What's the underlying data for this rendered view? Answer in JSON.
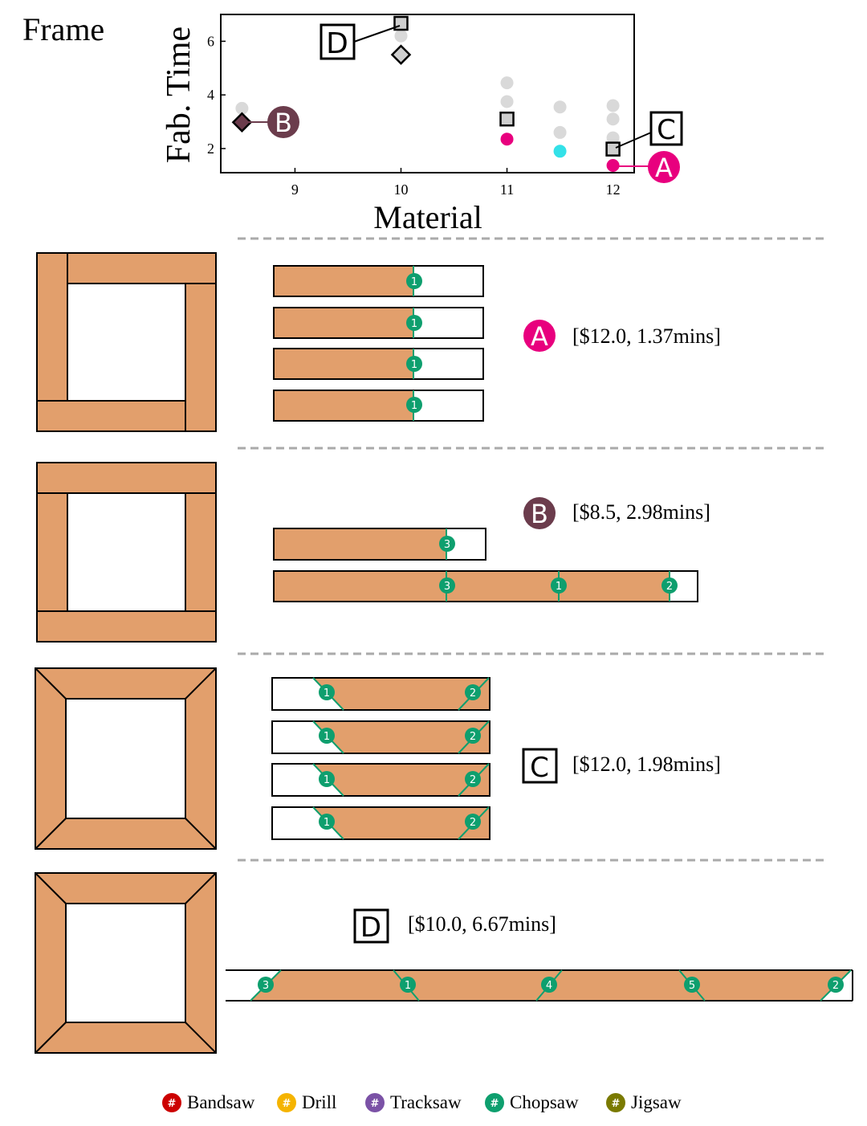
{
  "figure_title": "Frame",
  "chart_data": {
    "type": "scatter",
    "xlabel": "Material",
    "ylabel": "Fab. Time",
    "xlim": [
      8.3,
      12.2
    ],
    "ylim": [
      1.1,
      7.0
    ],
    "xticks": [
      "9",
      "10",
      "11",
      "12"
    ],
    "yticks": [
      "2",
      "4",
      "6"
    ],
    "grid": false,
    "background_points": [
      {
        "x": 8.5,
        "y": 3.5
      },
      {
        "x": 10.0,
        "y": 6.2
      },
      {
        "x": 11.0,
        "y": 4.45
      },
      {
        "x": 11.0,
        "y": 3.75
      },
      {
        "x": 11.5,
        "y": 3.55
      },
      {
        "x": 11.5,
        "y": 2.6
      },
      {
        "x": 12.0,
        "y": 3.6
      },
      {
        "x": 12.0,
        "y": 3.1
      },
      {
        "x": 12.0,
        "y": 2.4
      }
    ],
    "colored_points": [
      {
        "x": 11.0,
        "y": 2.35,
        "color": "#E8007E"
      },
      {
        "x": 11.5,
        "y": 1.9,
        "color": "#33E1E8"
      },
      {
        "x": 12.0,
        "y": 1.37,
        "color": "#E8007E"
      }
    ],
    "square_points": [
      {
        "x": 10.0,
        "y": 6.67
      },
      {
        "x": 11.0,
        "y": 3.1
      },
      {
        "x": 12.0,
        "y": 1.98
      }
    ],
    "diamond_points": [
      {
        "x": 10.0,
        "y": 5.5,
        "color": "#CFCFCF"
      },
      {
        "x": 8.5,
        "y": 2.98,
        "color": "#6B3C4C"
      }
    ],
    "callouts": [
      {
        "label": "A",
        "style": "magenta-circle",
        "x": 12.0,
        "y": 1.37
      },
      {
        "label": "B",
        "style": "maroon-circle",
        "x": 8.5,
        "y": 2.98
      },
      {
        "label": "C",
        "style": "square-box",
        "x": 12.0,
        "y": 1.98
      },
      {
        "label": "D",
        "style": "square-box",
        "x": 10.0,
        "y": 6.67
      }
    ]
  },
  "designs": [
    {
      "label": "A",
      "info": "[$12.0, 1.37mins]",
      "style": "magenta-circle"
    },
    {
      "label": "B",
      "info": "[$8.5, 2.98mins]",
      "style": "maroon-circle"
    },
    {
      "label": "C",
      "info": "[$12.0, 1.98mins]",
      "style": "square-box"
    },
    {
      "label": "D",
      "info": "[$10.0, 6.67mins]",
      "style": "square-box"
    }
  ],
  "cut_numbers": {
    "A": [
      [
        "1"
      ],
      [
        "1"
      ],
      [
        "1"
      ],
      [
        "1"
      ]
    ],
    "B": [
      [
        "3"
      ],
      [
        "3",
        "1",
        "2"
      ]
    ],
    "C": [
      [
        "1",
        "2"
      ],
      [
        "1",
        "2"
      ],
      [
        "1",
        "2"
      ],
      [
        "1",
        "2"
      ]
    ],
    "D": [
      [
        "3",
        "1",
        "4",
        "5",
        "2"
      ]
    ]
  },
  "legend": [
    {
      "label": "Bandsaw",
      "color": "#CC0000",
      "symbol": "#"
    },
    {
      "label": "Drill",
      "color": "#F5B400",
      "symbol": "#"
    },
    {
      "label": "Tracksaw",
      "color": "#7B52A6",
      "symbol": "#"
    },
    {
      "label": "Chopsaw",
      "color": "#0E9F6E",
      "symbol": "#"
    },
    {
      "label": "Jigsaw",
      "color": "#7A7A00",
      "symbol": "#"
    }
  ],
  "colors": {
    "wood": "#E29F6C",
    "cut_marker": "#0E9F6E",
    "magenta": "#E8007E",
    "maroon": "#6B3C4C",
    "divider": "#AAAAAA"
  }
}
